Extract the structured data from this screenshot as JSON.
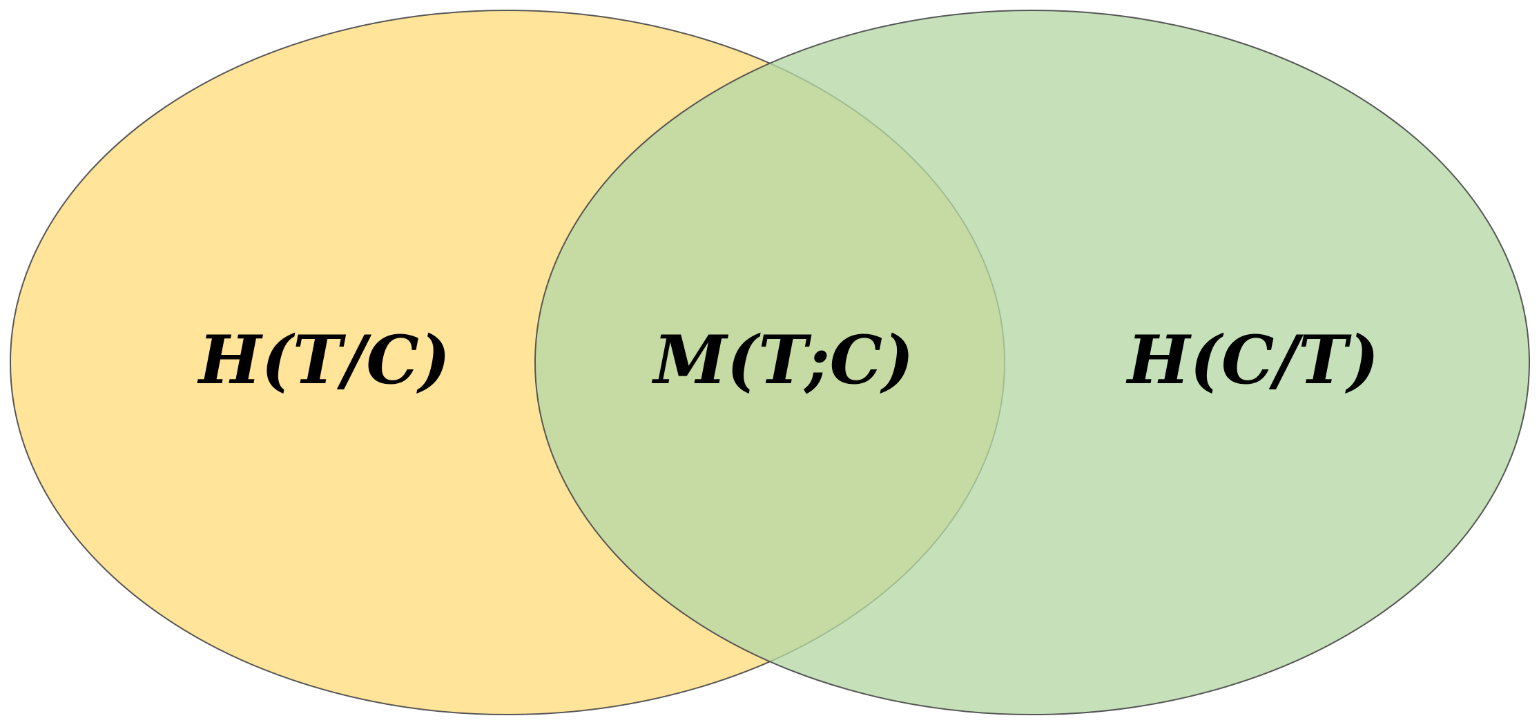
{
  "diagram": {
    "type": "venn",
    "left_set": {
      "label": "H(T/C)",
      "fill": "#FFE499"
    },
    "right_set": {
      "label": "H(C/T)",
      "fill": "#B6D9A5",
      "fill_opacity": 0.78
    },
    "intersection": {
      "label": "M(T;C)"
    },
    "outline_color": "#555555",
    "background": "#FFFFFF"
  }
}
